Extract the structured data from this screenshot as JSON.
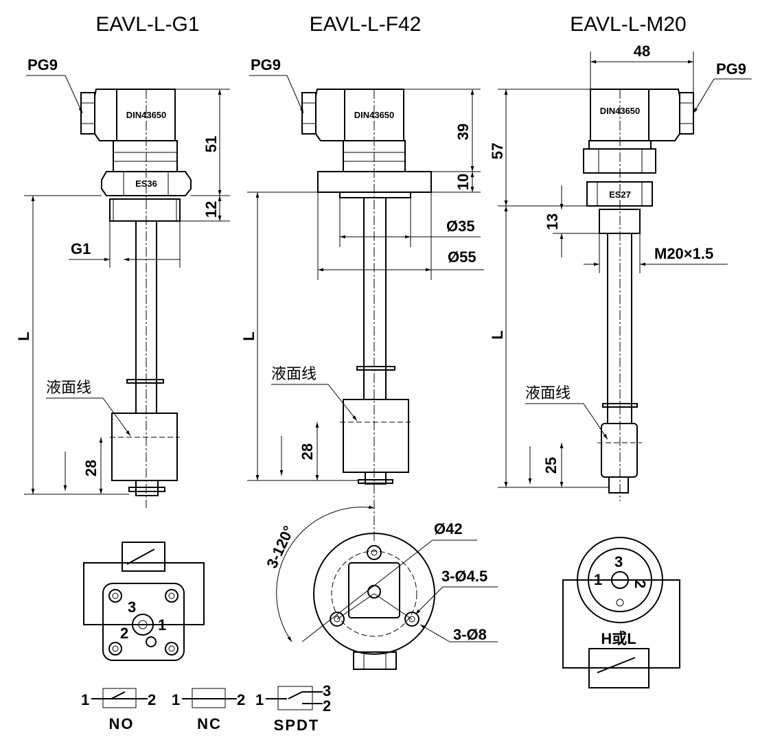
{
  "models": [
    {
      "title": "EAVL-L-G1",
      "gland": "PG9",
      "connector": "DIN43650",
      "hex": "ES36",
      "dims": {
        "top": "51",
        "thread_h": "12",
        "thread": "G1",
        "length": "L",
        "float": "28"
      },
      "level_label": "液面线"
    },
    {
      "title": "EAVL-L-F42",
      "gland": "PG9",
      "connector": "DIN43650",
      "dims": {
        "top": "39",
        "flange_h": "10",
        "d_inner": "Ø35",
        "d_outer": "Ø55",
        "length": "L",
        "float": "28"
      },
      "level_label": "液面线"
    },
    {
      "title": "EAVL-L-M20",
      "gland": "PG9",
      "connector": "DIN43650",
      "hex": "ES27",
      "dims": {
        "width": "48",
        "top": "57",
        "thread_h": "13",
        "thread": "M20×1.5",
        "length": "L",
        "float": "25"
      },
      "level_label": "液面线"
    }
  ],
  "flange_view": {
    "angle": "3-120°",
    "pcd": "Ø42",
    "holes": "3-Ø4.5",
    "counterbore": "3-Ø8"
  },
  "connector_pins": {
    "p1": "1",
    "p2": "2",
    "p3": "3"
  },
  "m20_switch": "H或L",
  "contacts": [
    {
      "label": "NO",
      "a": "1",
      "b": "2"
    },
    {
      "label": "NC",
      "a": "1",
      "b": "2"
    },
    {
      "label": "SPDT",
      "a": "1",
      "b": "2",
      "c": "3"
    }
  ]
}
